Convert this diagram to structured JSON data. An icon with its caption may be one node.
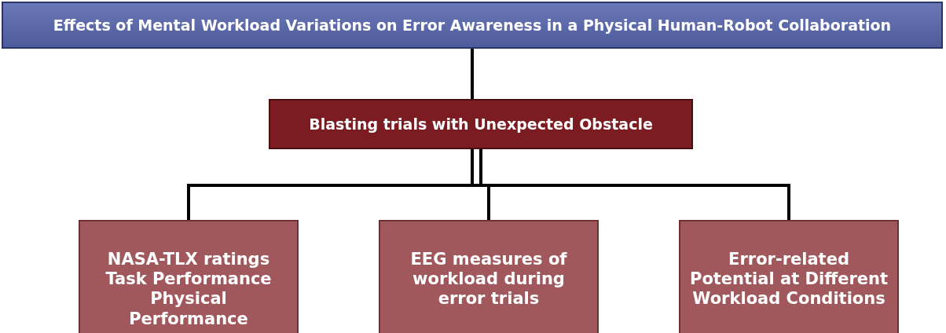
{
  "diagram": {
    "nodes": [
      {
        "text": [
          "Effects of Mental Workload Variations on Error Awareness in a Physical Human-Robot Collaboration"
        ]
      },
      {
        "text": [
          "Blasting trials with Unexpected Obstacle"
        ]
      },
      {
        "text": [
          "NASA-TLX ratings Task Performance Physical Performance"
        ]
      },
      {
        "text": [
          "EEG measures of workload during error trials"
        ]
      },
      {
        "text": [
          "Error-related Potential at Different Workload Conditions"
        ]
      }
    ],
    "edges": [
      {
        "from": 0,
        "to": 1,
        "arrow": "none"
      },
      {
        "from": 1,
        "to": 2,
        "arrow": "none"
      },
      {
        "from": 1,
        "to": 3,
        "arrow": "none"
      },
      {
        "from": 1,
        "to": 4,
        "arrow": "none"
      }
    ]
  }
}
